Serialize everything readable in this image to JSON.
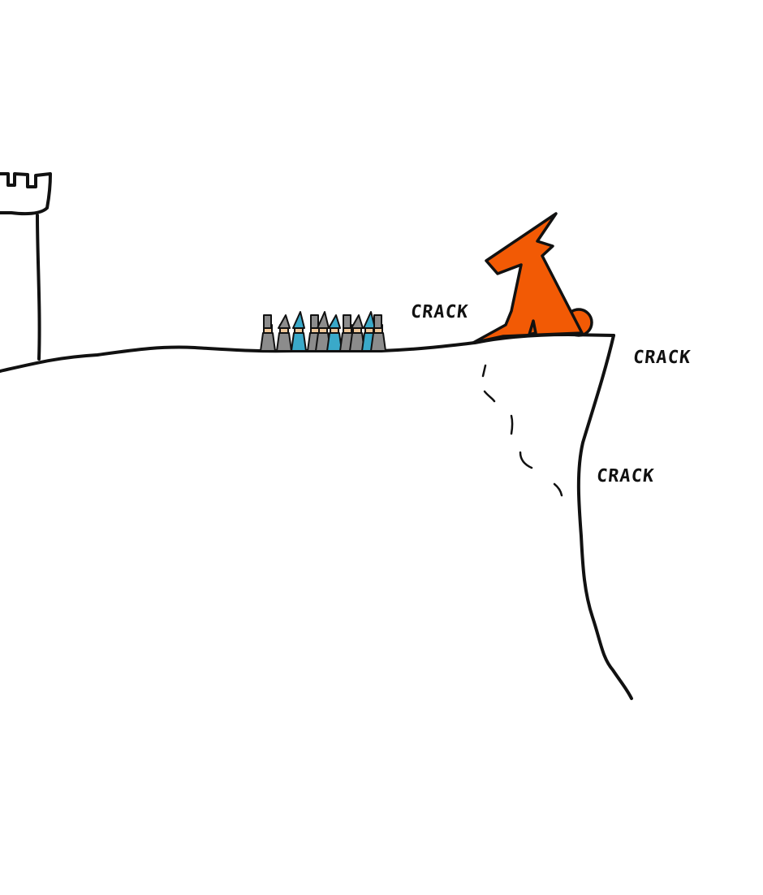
{
  "scene": {
    "sound_effects": [
      "CRACK",
      "CRACK",
      "CRACK"
    ],
    "colors": {
      "ink": "#111111",
      "creature": "#f25a05",
      "army_grey": "#8c8c8c",
      "army_blue": "#3aa9c9",
      "skin": "#f0c89a"
    }
  }
}
